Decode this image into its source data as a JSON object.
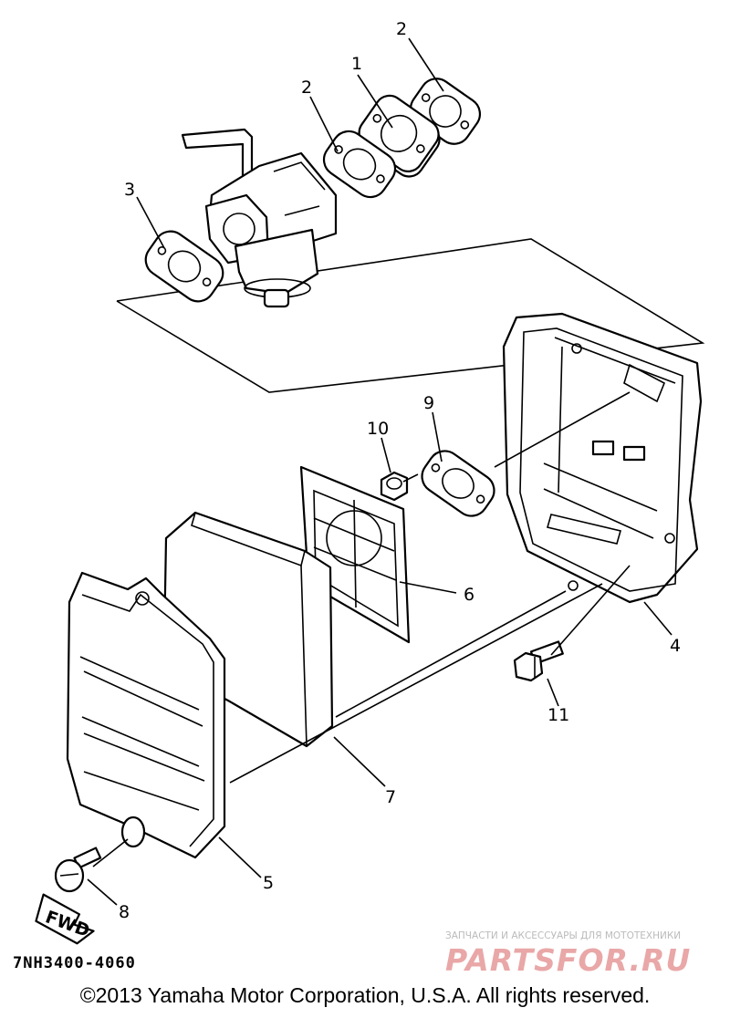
{
  "diagram": {
    "callouts": [
      "1",
      "2",
      "2",
      "3",
      "4",
      "5",
      "6",
      "7",
      "8",
      "9",
      "10",
      "11"
    ],
    "fwd_label": "FWD",
    "code": "7NH3400-4060"
  },
  "watermark": {
    "line1": "ЗАПЧАСТИ И АКСЕССУАРЫ ДЛЯ МОТОТЕХНИКИ",
    "line2": "PARTSFOR.RU"
  },
  "footer": {
    "copyright": "©2013 Yamaha Motor Corporation, U.S.A. All rights reserved."
  }
}
